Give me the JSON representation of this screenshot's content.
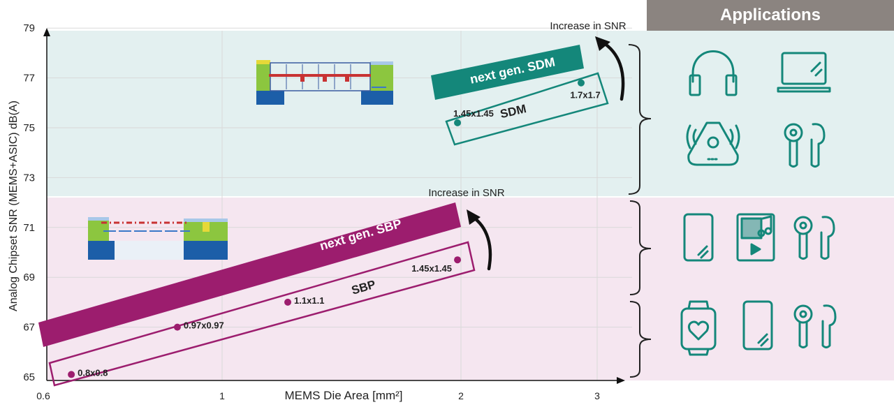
{
  "colors": {
    "sdm": "#14877a",
    "sbp": "#9c1d6e",
    "sdm_bg": "#e3f0f0",
    "sbp_bg": "#f5e6f0",
    "header": "#8b8480"
  },
  "header": {
    "title": "Applications"
  },
  "chart_data": {
    "type": "scatter",
    "xlabel": "MEMS  Die Area [mm²]",
    "ylabel": "Analog Chipset SNR (MEMS+ASIC) dB(A)",
    "xlim": [
      0.6,
      3.2
    ],
    "ylim": [
      65,
      79.2
    ],
    "x_ticks": [
      0.6,
      1,
      2,
      3
    ],
    "x_tick_labels": [
      "0.6",
      "1",
      "2",
      "3"
    ],
    "y_ticks": [
      65,
      67,
      69,
      71,
      73,
      75,
      77,
      79
    ],
    "y_tick_labels": [
      "65",
      "67",
      "69",
      "71",
      "73",
      "75",
      "77",
      "79"
    ],
    "grid": true,
    "series": [
      {
        "name": "SBP",
        "points": [
          {
            "x": 0.65,
            "y": 65.1,
            "label": "0.8x0.8"
          },
          {
            "x": 0.88,
            "y": 67.0,
            "label": "0.97x0.97"
          },
          {
            "x": 1.21,
            "y": 68.0,
            "label": "1.1x1.1"
          },
          {
            "x": 1.98,
            "y": 69.7,
            "label": "1.45x1.45"
          }
        ]
      },
      {
        "name": "SDM",
        "points": [
          {
            "x": 1.98,
            "y": 75.2,
            "label": "1.45x1.45"
          },
          {
            "x": 2.86,
            "y": 76.8,
            "label": "1.7x1.7"
          }
        ]
      }
    ],
    "bands": [
      {
        "name": "next gen. SBP",
        "label": "next gen. SBP"
      },
      {
        "name": "next gen. SDM",
        "label": "next gen. SDM"
      }
    ],
    "annotations": [
      "Increase in SNR",
      "Increase in SNR"
    ]
  },
  "applications": {
    "group_sdm": [
      "headphones-icon",
      "laptop-icon",
      "smart-speaker-icon",
      "earbuds-icon"
    ],
    "group_sbp_upper": [
      "smartphone-icon",
      "music-player-icon",
      "earbuds-icon"
    ],
    "group_sbp_lower": [
      "smartwatch-icon",
      "smartphone-icon",
      "earbuds-icon"
    ]
  }
}
